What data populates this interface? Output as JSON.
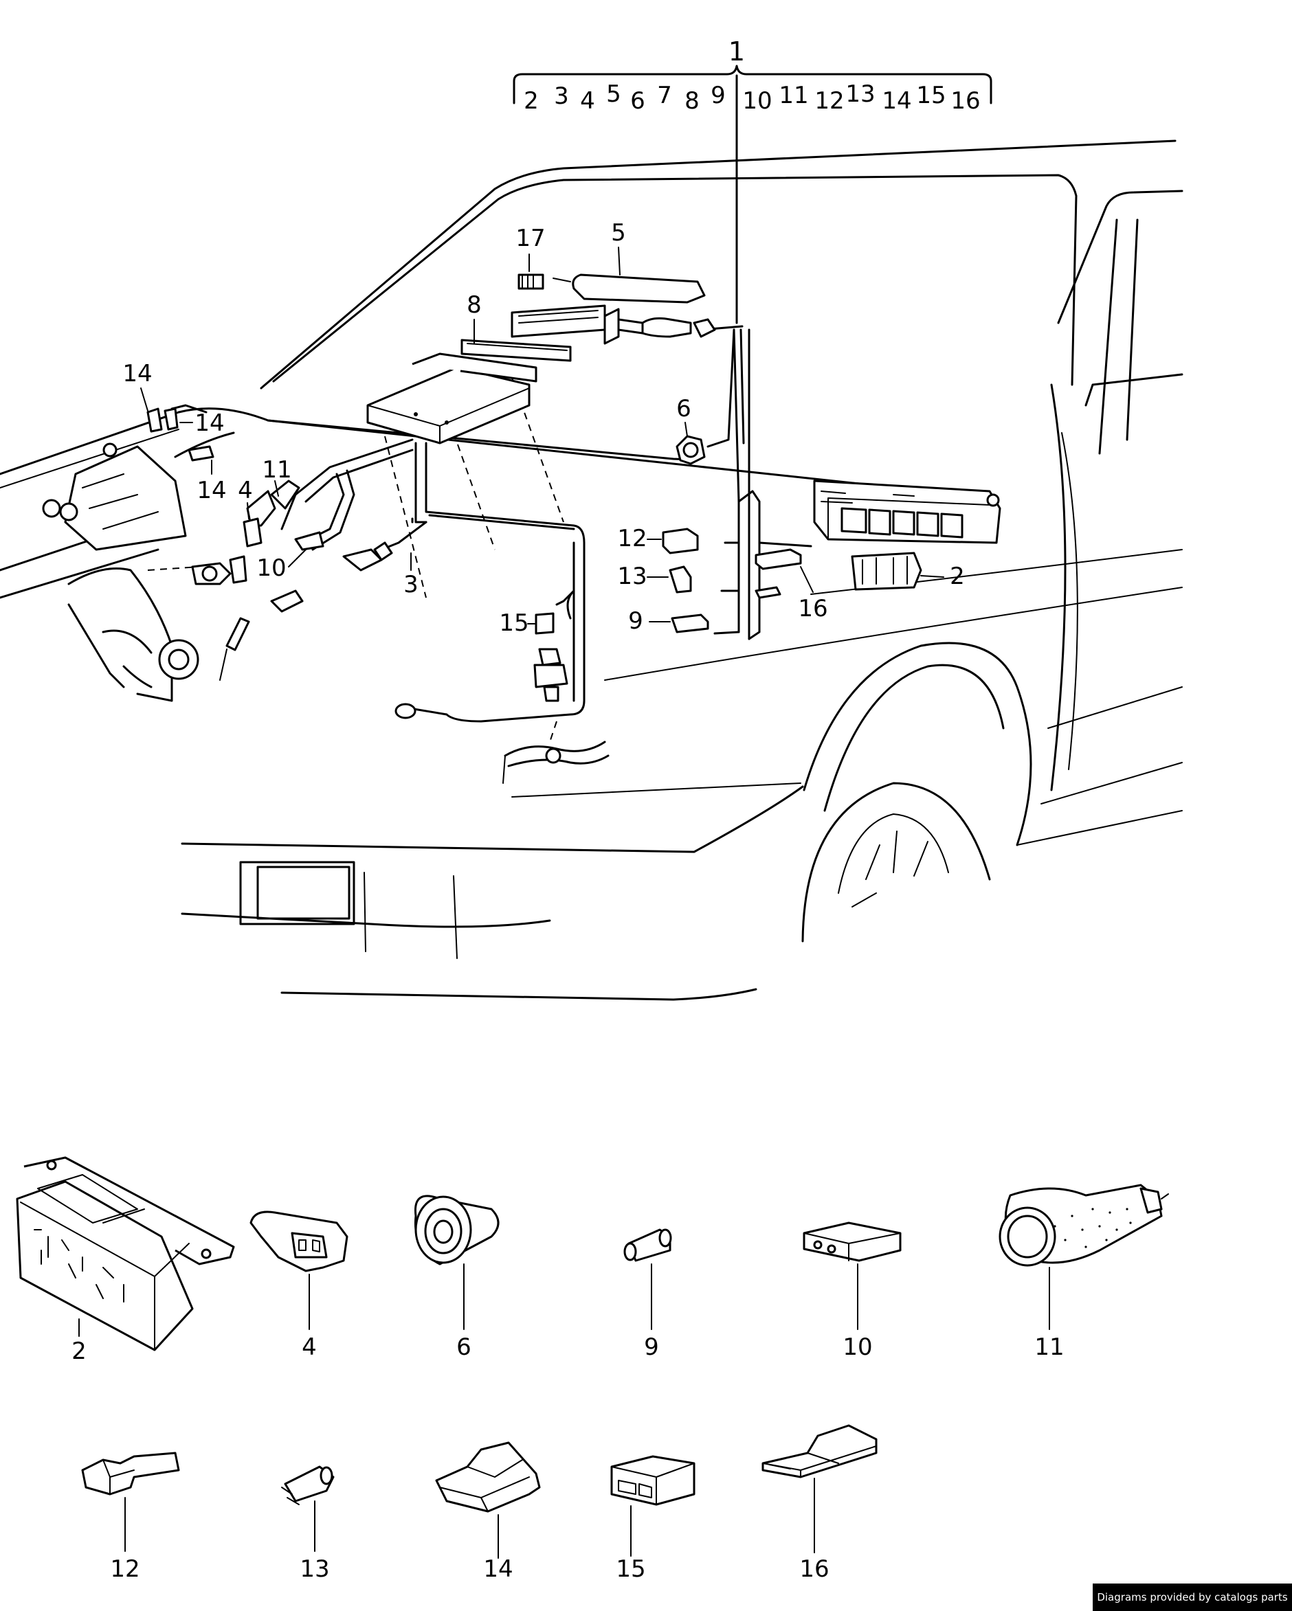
{
  "header_label": "1",
  "header_sub_labels": [
    "2",
    "3",
    "4",
    "5",
    "6",
    "7",
    "8",
    "9",
    "10",
    "11",
    "12",
    "13",
    "14",
    "15",
    "16"
  ],
  "callouts": {
    "c17": "17",
    "c5": "5",
    "c8": "8",
    "c14a": "14",
    "c14b": "14",
    "c14c": "14",
    "c11": "11",
    "c4": "4",
    "c10": "10",
    "c3": "3",
    "c6": "6",
    "c12": "12",
    "c13": "13",
    "c9": "9",
    "c16": "16",
    "c2": "2",
    "c15": "15"
  },
  "detail_labels": {
    "d2": "2",
    "d4": "4",
    "d6": "6",
    "d9": "9",
    "d10": "10",
    "d11": "11",
    "d12": "12",
    "d13": "13",
    "d14": "14",
    "d15": "15",
    "d16": "16"
  },
  "footer": {
    "credit": "Diagrams provided by catalogs parts"
  }
}
